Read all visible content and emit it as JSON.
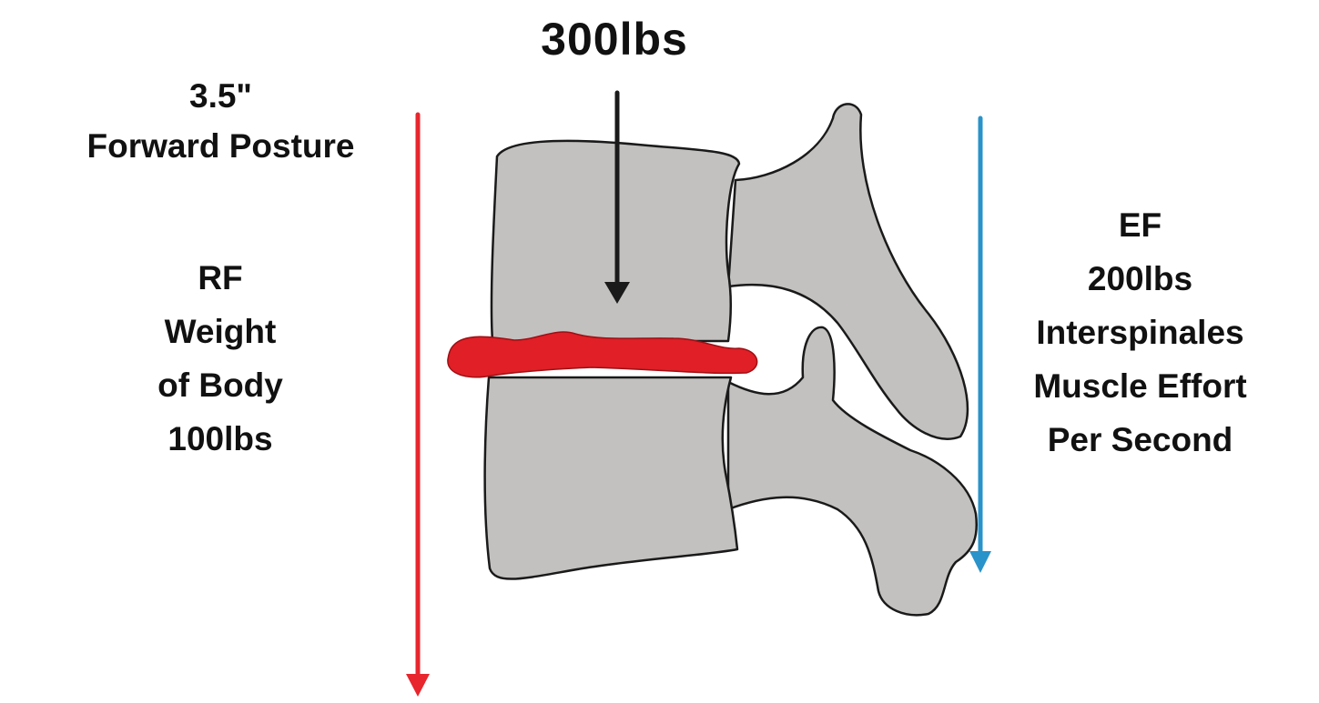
{
  "load": {
    "value": "300lbs"
  },
  "posture": {
    "value": "3.5\"",
    "label": "Forward Posture"
  },
  "resistance_force": {
    "lines": [
      "RF",
      "Weight",
      "of Body",
      "100lbs"
    ]
  },
  "effort_force": {
    "lines": [
      "EF",
      "200lbs",
      "Interspinales",
      "Muscle Effort",
      "Per Second"
    ]
  },
  "colors": {
    "bone_fill": "#c2c1bf",
    "bone_outline": "#1a1a1a",
    "disc": "#e01f26",
    "resistance_arrow": "#e8262d",
    "effort_arrow": "#2a93c9",
    "load_arrow": "#1a1a1a"
  }
}
